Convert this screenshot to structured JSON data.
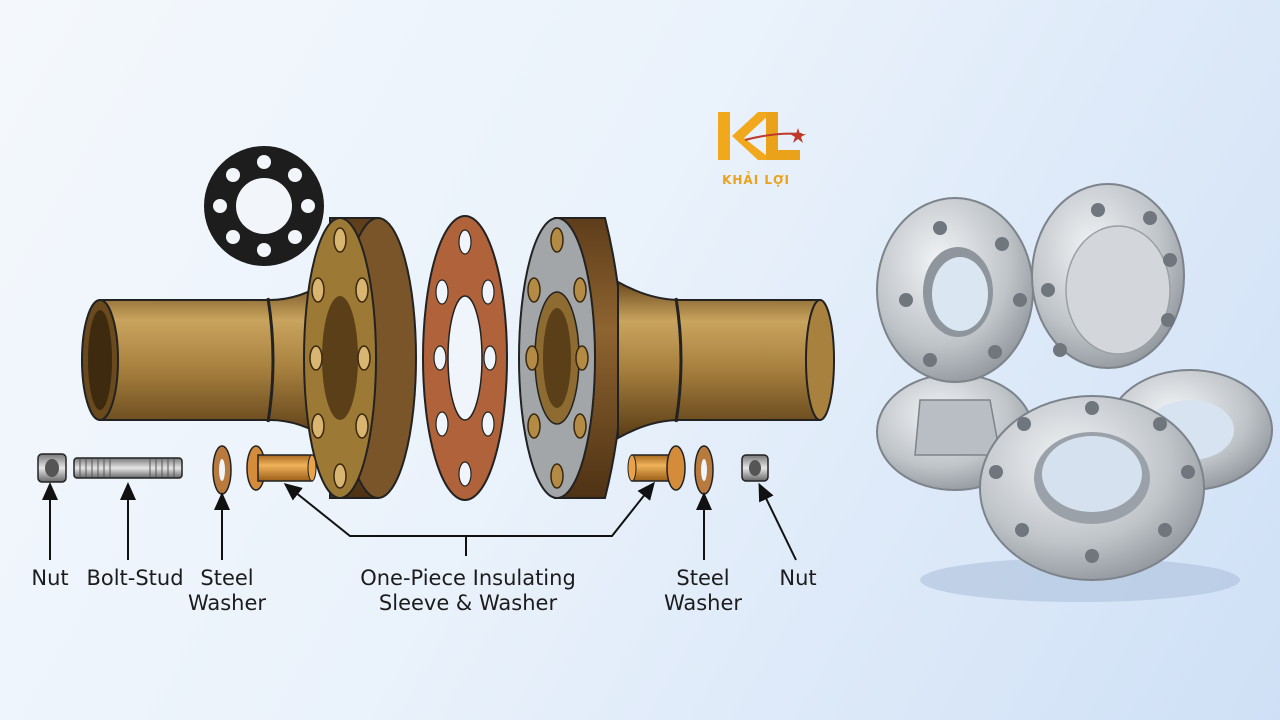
{
  "brand": {
    "name": "KHẢI LỢI",
    "monogram": "KL",
    "color": "#f2a81d"
  },
  "labels": {
    "nut_left": "Nut",
    "bolt_stud": "Bolt-Stud",
    "steel_washer_left_1": "Steel",
    "steel_washer_left_2": "Washer",
    "sleeve_1": "One-Piece Insulating",
    "sleeve_2": "Sleeve & Washer",
    "steel_washer_right_1": "Steel",
    "steel_washer_right_2": "Washer",
    "nut_right": "Nut"
  },
  "colors": {
    "pipe": "#a8813f",
    "flange_face": "#9c7a35",
    "flange_rim": "#7e5a2c",
    "gasket": "#b0623a",
    "insulating_face": "#a3a6a8",
    "steel": "#c9cdd1"
  }
}
